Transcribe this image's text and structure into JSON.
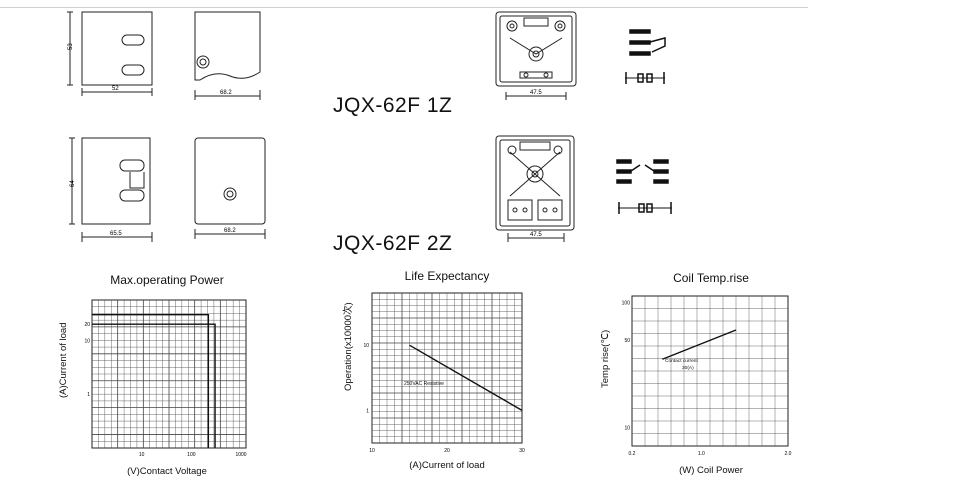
{
  "models": {
    "row1": "JQX-62F  1Z",
    "row2": "JQX-62F  2Z"
  },
  "dimensions": {
    "row1_height": "53",
    "row1_depth": "52",
    "row1_width": "68.2",
    "row1_base": "47.5",
    "row2_height": "64",
    "row2_depth": "65.5",
    "row2_width": "68.2",
    "row2_base": "47.5"
  },
  "chart_data": [
    {
      "type": "line",
      "title": "Max.operating Power",
      "xlabel": "(V)Contact Voltage",
      "ylabel": "(A)Current of load",
      "x_scale": "log",
      "y_scale": "log",
      "x_ticks": [
        "10",
        "100",
        "1000"
      ],
      "y_ticks": [
        "1",
        "10",
        "20"
      ],
      "series": [
        {
          "x": [
            1,
            220,
            220
          ],
          "y": [
            30,
            30,
            0.1
          ]
        },
        {
          "x": [
            1,
            300,
            300
          ],
          "y": [
            20,
            20,
            0.1
          ]
        }
      ]
    },
    {
      "type": "line",
      "title": "Life  Expectancy",
      "xlabel": "(A)Current of load",
      "ylabel": "Operation(x10000次)",
      "y_scale": "log",
      "x_ticks": [
        "10",
        "20",
        "30"
      ],
      "y_ticks": [
        "1",
        "10"
      ],
      "annotation": "250VAC Resistive",
      "series": [
        {
          "x": [
            15,
            30
          ],
          "y": [
            10,
            1
          ]
        }
      ]
    },
    {
      "type": "line",
      "title": "Coil Temp.rise",
      "xlabel": "(W)  Coil Power",
      "ylabel": "Temp rise(℃)",
      "y_scale": "log",
      "x_ticks": [
        "0.2",
        "1.0",
        "2.0"
      ],
      "y_ticks": [
        "10",
        "50",
        "100"
      ],
      "annotation_line1": "Contact current",
      "annotation_line2": "30(A)",
      "series": [
        {
          "x": [
            0.55,
            1.4
          ],
          "y": [
            35,
            60
          ]
        }
      ]
    }
  ]
}
